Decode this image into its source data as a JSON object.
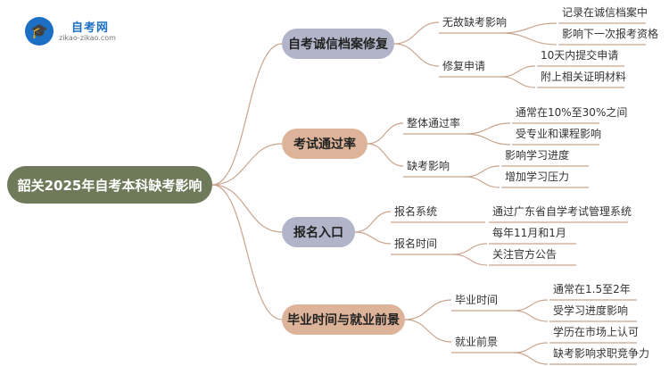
{
  "logo": {
    "icon": "graduation-cap-icon",
    "name": "自考网",
    "url": "zikao-zikao.com"
  },
  "root": "韶关2025年自考本科缺考影响",
  "colors": {
    "root": "#6f7a5a",
    "grey_node": "#b2b5c9",
    "tan_node": "#ddb49a",
    "link": "#c9a48e"
  },
  "topics": [
    {
      "label": "自考诚信档案修复",
      "children": [
        {
          "label": "无故缺考影响",
          "items": [
            "记录在诚信档案中",
            "影响下一次报考资格"
          ]
        },
        {
          "label": "修复申请",
          "items": [
            "10天内提交申请",
            "附上相关证明材料"
          ]
        }
      ]
    },
    {
      "label": "考试通过率",
      "children": [
        {
          "label": "整体通过率",
          "items": [
            "通常在10%至30%之间",
            "受专业和课程影响"
          ]
        },
        {
          "label": "缺考影响",
          "items": [
            "影响学习进度",
            "增加学习压力"
          ]
        }
      ]
    },
    {
      "label": "报名入口",
      "children": [
        {
          "label": "报名系统",
          "items": [
            "通过广东省自学考试管理系统"
          ]
        },
        {
          "label": "报名时间",
          "items": [
            "每年11月和1月",
            "关注官方公告"
          ]
        }
      ]
    },
    {
      "label": "毕业时间与就业前景",
      "children": [
        {
          "label": "毕业时间",
          "items": [
            "通常在1.5至2年",
            "受学习进度影响"
          ]
        },
        {
          "label": "就业前景",
          "items": [
            "学历在市场上认可",
            "缺考影响求职竞争力"
          ]
        }
      ]
    }
  ]
}
